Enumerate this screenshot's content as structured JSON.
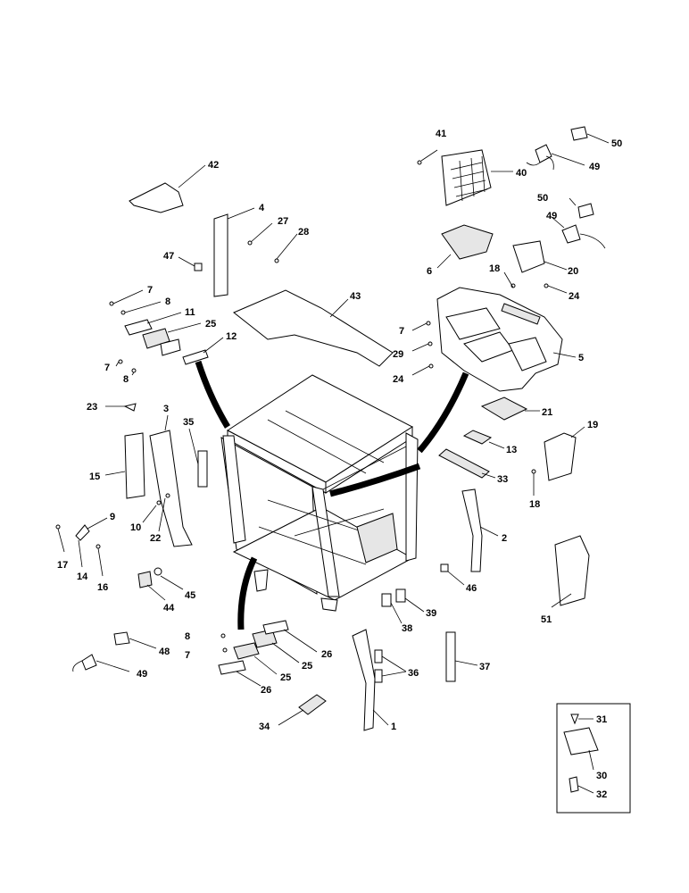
{
  "callouts": {
    "c1": "1",
    "c2": "2",
    "c3": "3",
    "c4": "4",
    "c5": "5",
    "c6": "6",
    "c7a": "7",
    "c7b": "7",
    "c7c": "7",
    "c7d": "7",
    "c8a": "8",
    "c8b": "8",
    "c8c": "8",
    "c9": "9",
    "c10": "10",
    "c11": "11",
    "c12": "12",
    "c13": "13",
    "c14": "14",
    "c15": "15",
    "c16": "16",
    "c17": "17",
    "c18a": "18",
    "c18b": "18",
    "c19": "19",
    "c20": "20",
    "c21": "21",
    "c22": "22",
    "c23": "23",
    "c24a": "24",
    "c24b": "24",
    "c25a": "25",
    "c25b": "25",
    "c25c": "25",
    "c26a": "26",
    "c26b": "26",
    "c27": "27",
    "c28": "28",
    "c29": "29",
    "c30": "30",
    "c31": "31",
    "c32": "32",
    "c33": "33",
    "c34": "34",
    "c35": "35",
    "c36": "36",
    "c37": "37",
    "c38": "38",
    "c39": "39",
    "c40": "40",
    "c41": "41",
    "c42": "42",
    "c43": "43",
    "c44": "44",
    "c45": "45",
    "c46": "46",
    "c47": "47",
    "c48": "48",
    "c49a": "49",
    "c49b": "49",
    "c49c": "49",
    "c50a": "50",
    "c50b": "50",
    "c51": "51"
  }
}
